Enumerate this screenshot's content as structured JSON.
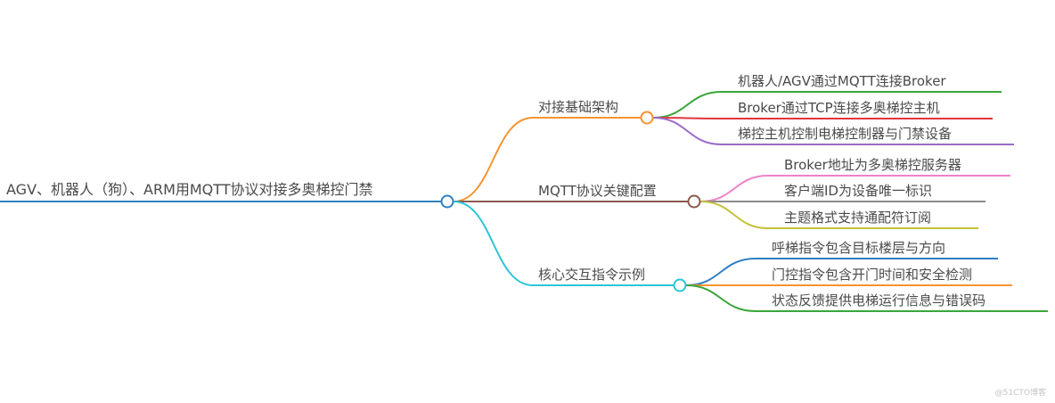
{
  "root": {
    "label": "AGV、机器人（狗）、ARM用MQTT协议对接多奥梯控门禁",
    "color": "#2f7fc1"
  },
  "branches": [
    {
      "label": "对接基础架构",
      "color": "#f5942f",
      "children": [
        {
          "label": "机器人/AGV通过MQTT连接Broker",
          "color": "#3aa53a"
        },
        {
          "label": "Broker通过TCP连接多奥梯控主机",
          "color": "#e0353e"
        },
        {
          "label": "梯控主机控制电梯控制器与门禁设备",
          "color": "#9b6bc6"
        }
      ]
    },
    {
      "label": "MQTT协议关键配置",
      "color": "#8a5a4e",
      "children": [
        {
          "label": "Broker地址为多奥梯控服务器",
          "color": "#ef82c8"
        },
        {
          "label": "客户端ID为设备唯一标识",
          "color": "#8a8a8a"
        },
        {
          "label": "主题格式支持通配符订阅",
          "color": "#c3c23a"
        }
      ]
    },
    {
      "label": "核心交互指令示例",
      "color": "#2cc5d6",
      "children": [
        {
          "label": "呼梯指令包含目标楼层与方向",
          "color": "#2f7fc1"
        },
        {
          "label": "门控指令包含开门时间和安全检测",
          "color": "#f5942f"
        },
        {
          "label": "状态反馈提供电梯运行信息与错误码",
          "color": "#3aa53a"
        }
      ]
    }
  ],
  "watermark": "@51CTO博客"
}
